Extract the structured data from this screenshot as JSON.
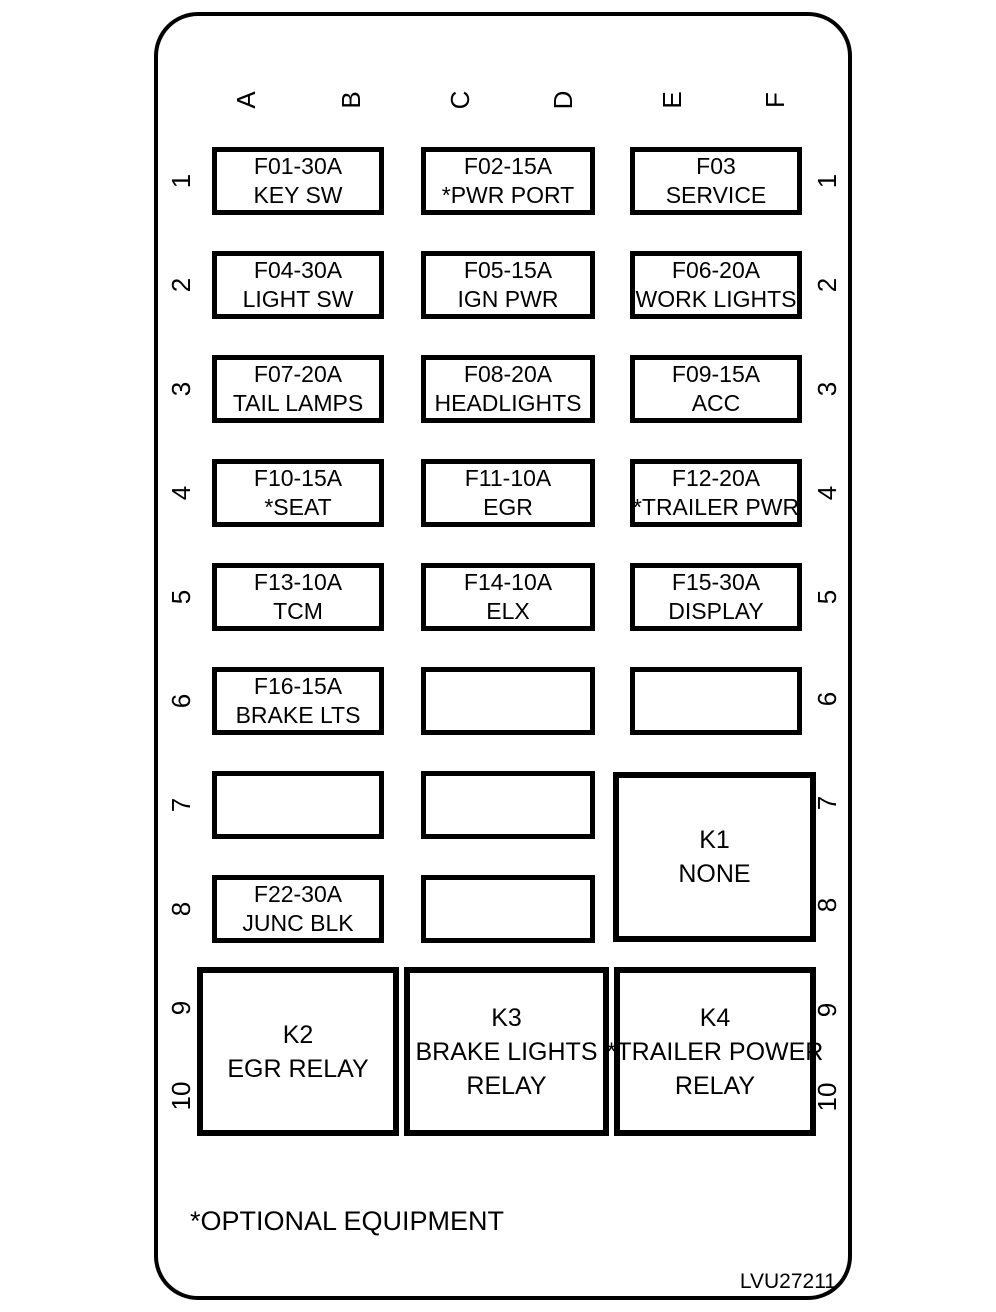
{
  "colors": {
    "ink": "#000000",
    "paper": "#ffffff"
  },
  "panel": {
    "footnote": "*OPTIONAL EQUIPMENT",
    "figure_code": "LVU27211"
  },
  "column_letters": [
    "A",
    "B",
    "C",
    "D",
    "E",
    "F"
  ],
  "row_numbers": [
    "1",
    "2",
    "3",
    "4",
    "5",
    "6",
    "7",
    "8",
    "9",
    "10"
  ],
  "fuses": [
    {
      "line1": "F01-30A",
      "line2": "KEY SW"
    },
    {
      "line1": "F02-15A",
      "line2": "*PWR PORT"
    },
    {
      "line1": "F03",
      "line2": "SERVICE"
    },
    {
      "line1": "F04-30A",
      "line2": "LIGHT SW"
    },
    {
      "line1": "F05-15A",
      "line2": "IGN PWR"
    },
    {
      "line1": "F06-20A",
      "line2": "WORK LIGHTS"
    },
    {
      "line1": "F07-20A",
      "line2": "TAIL LAMPS"
    },
    {
      "line1": "F08-20A",
      "line2": "HEADLIGHTS"
    },
    {
      "line1": "F09-15A",
      "line2": "ACC"
    },
    {
      "line1": "F10-15A",
      "line2": "*SEAT"
    },
    {
      "line1": "F11-10A",
      "line2": "EGR"
    },
    {
      "line1": "F12-20A",
      "line2": "*TRAILER PWR"
    },
    {
      "line1": "F13-10A",
      "line2": "TCM"
    },
    {
      "line1": "F14-10A",
      "line2": "ELX"
    },
    {
      "line1": "F15-30A",
      "line2": "DISPLAY"
    },
    {
      "line1": "F16-15A",
      "line2": "BRAKE LTS"
    },
    {
      "line1": "",
      "line2": ""
    },
    {
      "line1": "",
      "line2": ""
    },
    {
      "line1": "",
      "line2": ""
    },
    {
      "line1": "",
      "line2": ""
    },
    {
      "line1": "F22-30A",
      "line2": "JUNC BLK"
    },
    {
      "line1": "",
      "line2": ""
    }
  ],
  "relays": [
    {
      "line1": "K1",
      "line2": "NONE",
      "line3": ""
    },
    {
      "line1": "K2",
      "line2": "EGR RELAY",
      "line3": ""
    },
    {
      "line1": "K3",
      "line2": "BRAKE LIGHTS",
      "line3": "RELAY"
    },
    {
      "line1": "K4",
      "line2": "*TRAILER POWER",
      "line3": "RELAY"
    }
  ]
}
